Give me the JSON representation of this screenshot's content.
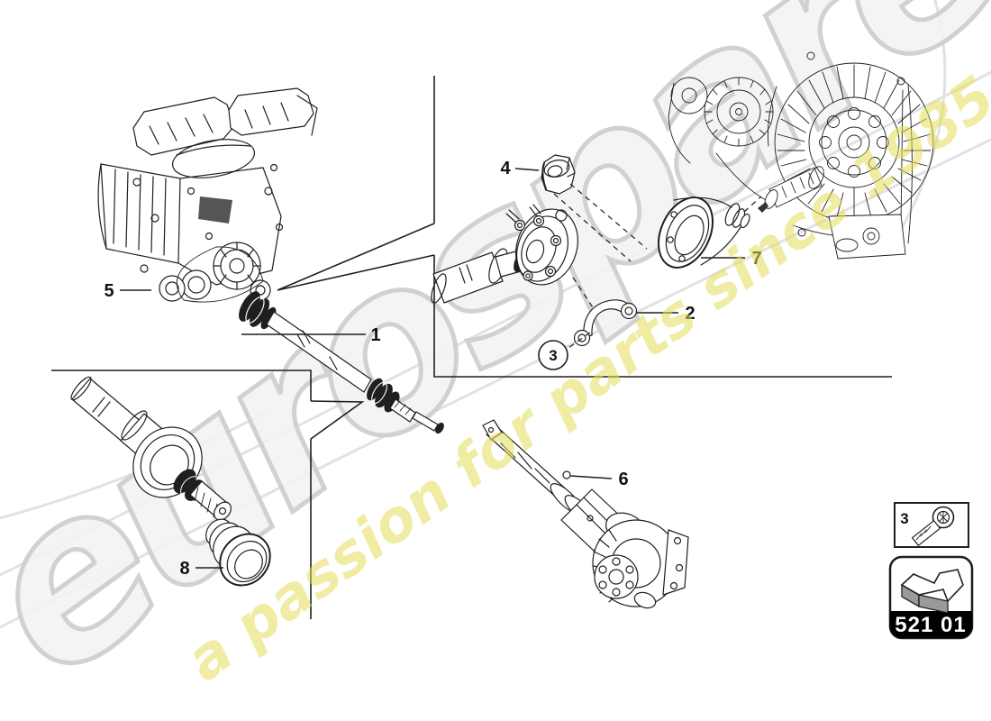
{
  "watermark": {
    "brand": "eurospares",
    "slogan": "a passion for parts since 1985"
  },
  "callouts": {
    "n1": "1",
    "n2": "2",
    "n3": "3",
    "n4": "4",
    "n5": "5",
    "n6": "6",
    "n7": "7",
    "n8": "8"
  },
  "detail_box": {
    "callout": "3"
  },
  "section_badge": {
    "code": "521 01"
  },
  "colors": {
    "line": "#1f1f1f",
    "badge_bg": "#000000",
    "badge_text": "#ffffff",
    "watermark_gray": "#cdcdcd",
    "watermark_yellow": "#e4de59",
    "icon_shade_gray": "#9a9a9a"
  }
}
